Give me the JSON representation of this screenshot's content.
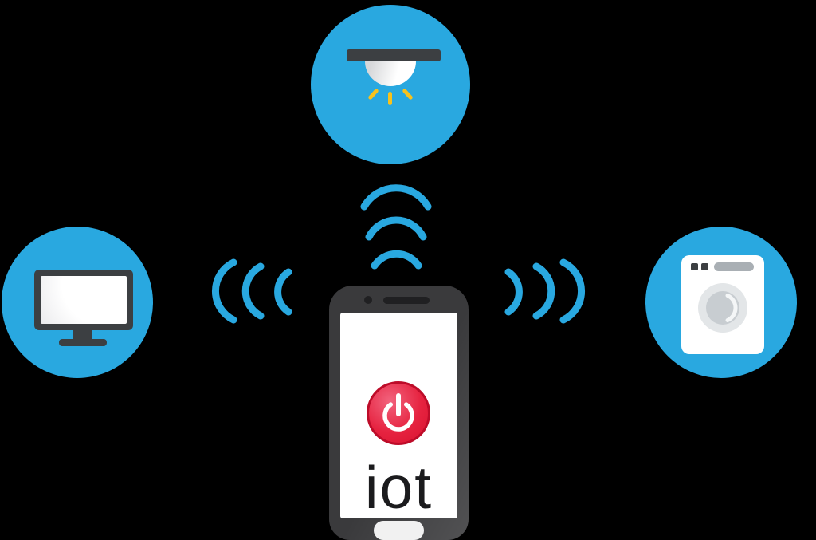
{
  "scene": {
    "description": "IoT smart home illustration: smartphone wirelessly connected to a ceiling lamp, a TV monitor and a washing machine",
    "background": "#000000"
  },
  "colors": {
    "accent_blue": "#29a8e0",
    "device_dark": "#3c3f42",
    "phone_body": "#3a3a3c",
    "screen_white": "#ffffff",
    "power_red": "#e62340",
    "power_red_border": "#bd0c29",
    "ray_yellow": "#f8c21c",
    "text_dark": "#1b1b1d",
    "bg": "#000000"
  },
  "phone": {
    "label": "iot",
    "icons": [
      "front-camera",
      "speaker-grille",
      "power-icon",
      "home-button"
    ]
  },
  "devices": [
    {
      "position": "top",
      "icon": "ceiling-lamp-icon"
    },
    {
      "position": "left",
      "icon": "tv-monitor-icon"
    },
    {
      "position": "right",
      "icon": "washing-machine-icon"
    }
  ],
  "waves": [
    {
      "position": "top",
      "arc_count": 3
    },
    {
      "position": "left",
      "arc_count": 3
    },
    {
      "position": "right",
      "arc_count": 3
    }
  ]
}
